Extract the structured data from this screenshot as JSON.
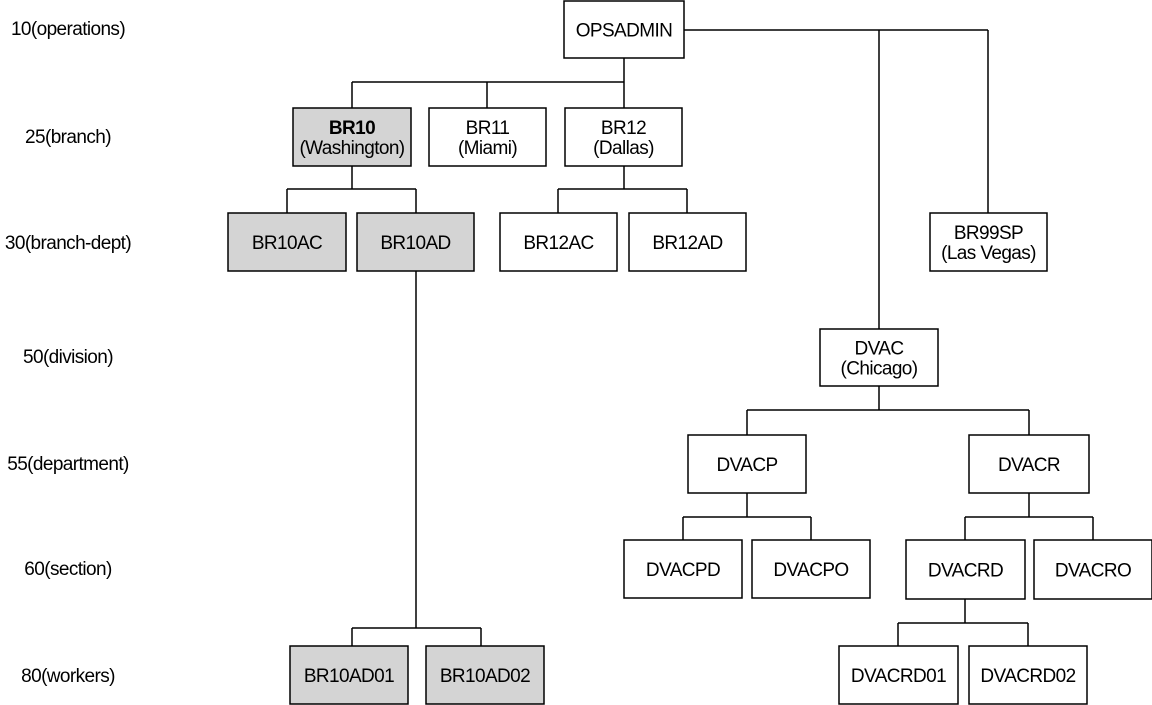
{
  "levels": [
    {
      "id": "operations",
      "label": "10(operations)"
    },
    {
      "id": "branch",
      "label": "25(branch)"
    },
    {
      "id": "branch-dept",
      "label": "30(branch-dept)"
    },
    {
      "id": "division",
      "label": "50(division)"
    },
    {
      "id": "department",
      "label": "55(department)"
    },
    {
      "id": "section",
      "label": "60(section)"
    },
    {
      "id": "workers",
      "label": "80(workers)"
    }
  ],
  "nodes": [
    {
      "id": "opsadmin",
      "lines": [
        "OPSADMIN"
      ],
      "shaded": false
    },
    {
      "id": "br10",
      "lines": [
        "BR10",
        "(Washington)"
      ],
      "shaded": true,
      "bold_first": true
    },
    {
      "id": "br11",
      "lines": [
        "BR11",
        "(Miami)"
      ],
      "shaded": false
    },
    {
      "id": "br12",
      "lines": [
        "BR12",
        "(Dallas)"
      ],
      "shaded": false
    },
    {
      "id": "br10ac",
      "lines": [
        "BR10AC"
      ],
      "shaded": true
    },
    {
      "id": "br10ad",
      "lines": [
        "BR10AD"
      ],
      "shaded": true
    },
    {
      "id": "br12ac",
      "lines": [
        "BR12AC"
      ],
      "shaded": false
    },
    {
      "id": "br12ad",
      "lines": [
        "BR12AD"
      ],
      "shaded": false
    },
    {
      "id": "br99sp",
      "lines": [
        "BR99SP",
        "(Las Vegas)"
      ],
      "shaded": false
    },
    {
      "id": "dvac",
      "lines": [
        "DVAC",
        "(Chicago)"
      ],
      "shaded": false
    },
    {
      "id": "dvacp",
      "lines": [
        "DVACP"
      ],
      "shaded": false
    },
    {
      "id": "dvacr",
      "lines": [
        "DVACR"
      ],
      "shaded": false
    },
    {
      "id": "dvacpd",
      "lines": [
        "DVACPD"
      ],
      "shaded": false
    },
    {
      "id": "dvacpo",
      "lines": [
        "DVACPO"
      ],
      "shaded": false
    },
    {
      "id": "dvacrd",
      "lines": [
        "DVACRD"
      ],
      "shaded": false
    },
    {
      "id": "dvacro",
      "lines": [
        "DVACRO"
      ],
      "shaded": false
    },
    {
      "id": "br10ad01",
      "lines": [
        "BR10AD01"
      ],
      "shaded": true
    },
    {
      "id": "br10ad02",
      "lines": [
        "BR10AD02"
      ],
      "shaded": true
    },
    {
      "id": "dvacrd01",
      "lines": [
        "DVACRD01"
      ],
      "shaded": false
    },
    {
      "id": "dvacrd02",
      "lines": [
        "DVACRD02"
      ],
      "shaded": false
    }
  ],
  "edges": [
    {
      "from": "opsadmin",
      "to": [
        "br10",
        "br11",
        "br12"
      ]
    },
    {
      "from": "opsadmin",
      "to": [
        "br99sp",
        "dvac"
      ]
    },
    {
      "from": "br10",
      "to": [
        "br10ac",
        "br10ad"
      ]
    },
    {
      "from": "br12",
      "to": [
        "br12ac",
        "br12ad"
      ]
    },
    {
      "from": "br10ad",
      "to": [
        "br10ad01",
        "br10ad02"
      ]
    },
    {
      "from": "dvac",
      "to": [
        "dvacp",
        "dvacr"
      ]
    },
    {
      "from": "dvacp",
      "to": [
        "dvacpd",
        "dvacpo"
      ]
    },
    {
      "from": "dvacr",
      "to": [
        "dvacrd",
        "dvacro"
      ]
    },
    {
      "from": "dvacrd",
      "to": [
        "dvacrd01",
        "dvacrd02"
      ]
    }
  ],
  "colors": {
    "shaded_fill": "#d4d4d4",
    "box_fill": "#ffffff",
    "line": "#000000"
  }
}
